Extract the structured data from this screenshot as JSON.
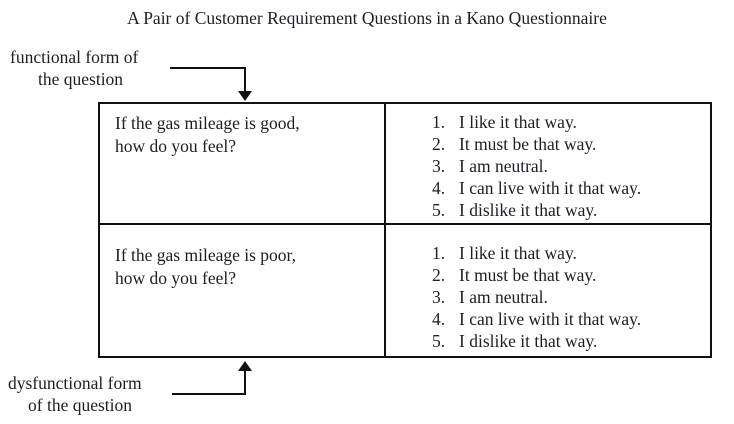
{
  "title": "A Pair of Customer Requirement Questions in a Kano Questionnaire",
  "labels": {
    "functional": {
      "line1": "functional form of",
      "line2": "the question"
    },
    "dysfunctional": {
      "line1": "dysfunctional form",
      "line2": "of the question"
    }
  },
  "table": {
    "rows": [
      {
        "question": {
          "line1": "If the gas mileage is good,",
          "line2": "how do you feel?"
        },
        "options": [
          {
            "num": "1.",
            "text": "I like it that way."
          },
          {
            "num": "2.",
            "text": "It must be that way."
          },
          {
            "num": "3.",
            "text": "I am neutral."
          },
          {
            "num": "4.",
            "text": "I can live with it that way."
          },
          {
            "num": "5.",
            "text": "I dislike it that way."
          }
        ]
      },
      {
        "question": {
          "line1": "If the gas mileage is poor,",
          "line2": "how do you feel?"
        },
        "options": [
          {
            "num": "1.",
            "text": "I like it that way."
          },
          {
            "num": "2.",
            "text": "It must be that way."
          },
          {
            "num": "3.",
            "text": "I am neutral."
          },
          {
            "num": "4.",
            "text": "I can live with it that way."
          },
          {
            "num": "5.",
            "text": "I dislike it that way."
          }
        ]
      }
    ]
  },
  "colors": {
    "text": "#1d1d24",
    "border": "#111111",
    "background": "#ffffff"
  }
}
